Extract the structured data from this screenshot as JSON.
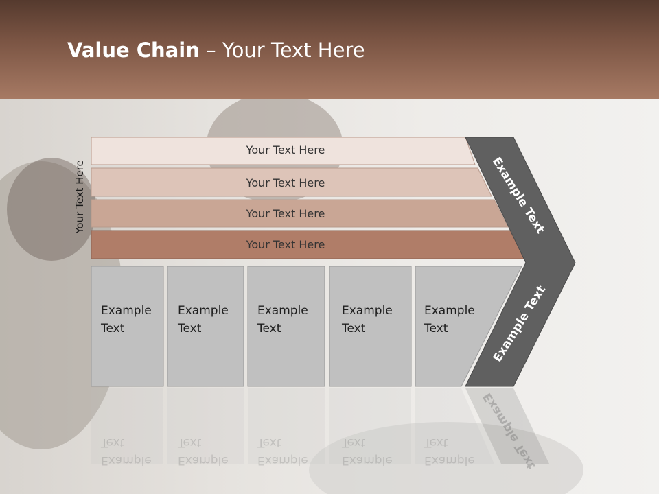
{
  "title": {
    "bold": "Value Chain",
    "rest": " – Your Text Here"
  },
  "side_label": "Your Text Here",
  "rows": [
    {
      "label": "Your Text Here",
      "color": "#efe3dd"
    },
    {
      "label": "Your Text Here",
      "color": "#ddc4b8"
    },
    {
      "label": "Your Text Here",
      "color": "#c9a695"
    },
    {
      "label": "Your Text Here",
      "color": "#b07d68"
    }
  ],
  "columns": [
    {
      "line1": "Example",
      "line2": "Text"
    },
    {
      "line1": "Example",
      "line2": "Text"
    },
    {
      "line1": "Example",
      "line2": "Text"
    },
    {
      "line1": "Example",
      "line2": "Text"
    },
    {
      "line1": "Example",
      "line2": "Text"
    }
  ],
  "chevron": {
    "upper": "Example Text",
    "lower": "Example Text",
    "color": "#606060"
  },
  "column_color": "#c0c0c0"
}
